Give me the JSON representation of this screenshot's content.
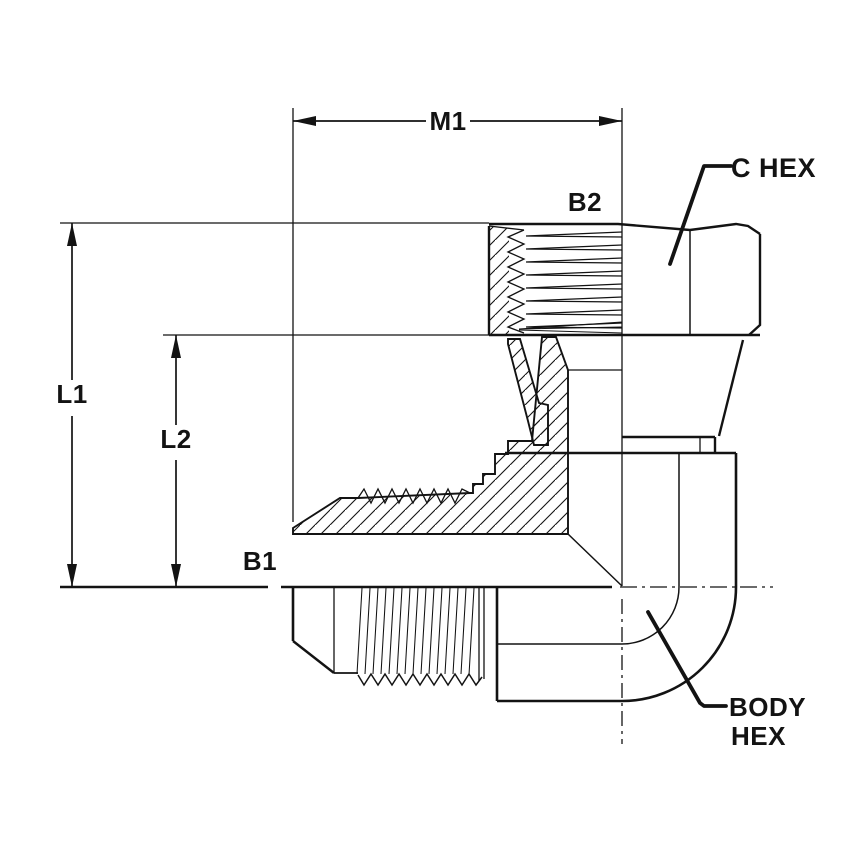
{
  "meta": {
    "title": "90-degree elbow hydraulic fitting dimensional drawing",
    "background_color": "#ffffff",
    "line_color": "#131313"
  },
  "labels": {
    "m1": "M1",
    "l1": "L1",
    "l2": "L2",
    "b1": "B1",
    "b2": "B2",
    "c_hex": "C HEX",
    "body_hex_line1": "BODY",
    "body_hex_line2": "HEX"
  }
}
